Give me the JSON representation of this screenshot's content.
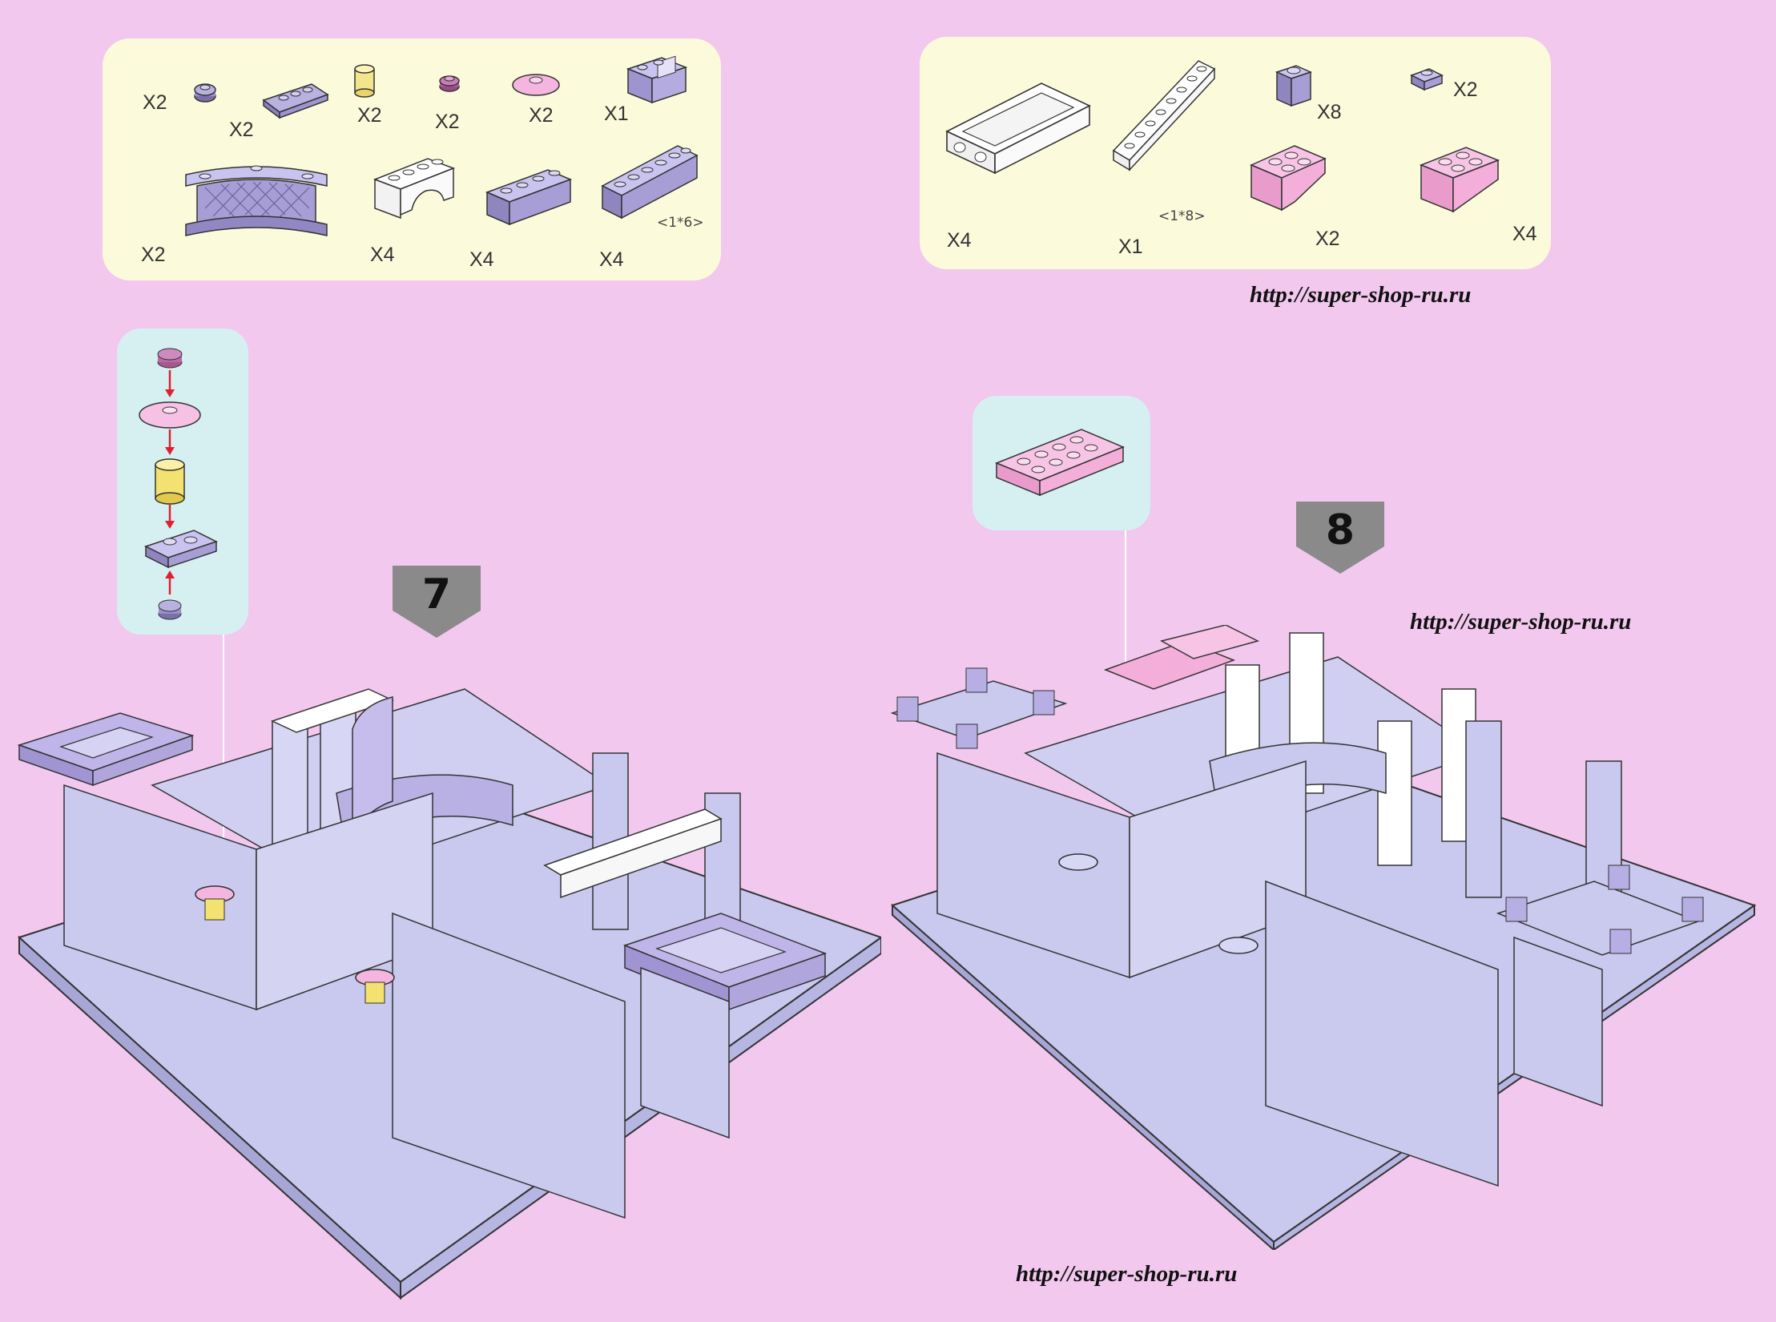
{
  "page": {
    "background": "#f2c8ee",
    "panel_color": "#fbfbdc",
    "callout_color": "#d6f0f2"
  },
  "parts_panel_left": {
    "items": [
      {
        "qty": "X2",
        "part": "lavender-round-plate-1x1"
      },
      {
        "qty": "X2",
        "part": "lavender-plate-1x3"
      },
      {
        "qty": "X2",
        "part": "yellow-transparent-round-brick"
      },
      {
        "qty": "X2",
        "part": "pink-round-plate-1x1"
      },
      {
        "qty": "X2",
        "part": "pink-dish-2x2"
      },
      {
        "qty": "X1",
        "part": "lavender-brick-with-clip"
      },
      {
        "qty": "X2",
        "part": "lavender-curved-lattice-panel"
      },
      {
        "qty": "X4",
        "part": "white-arch-1x4"
      },
      {
        "qty": "X4",
        "part": "lavender-brick-1x4"
      },
      {
        "qty": "X4",
        "part": "lavender-brick-1x6",
        "dim": "<1*6>"
      }
    ]
  },
  "parts_panel_right": {
    "items": [
      {
        "qty": "X4",
        "part": "white-tile-frame-2x6"
      },
      {
        "qty": "X1",
        "part": "white-plate-1x8",
        "dim": "<1*8>"
      },
      {
        "qty": "X8",
        "part": "lavender-brick-1x1"
      },
      {
        "qty": "X2",
        "part": "lavender-plate-1x1"
      },
      {
        "qty": "X2",
        "part": "pink-slope-inverted-2x2"
      },
      {
        "qty": "X4",
        "part": "pink-slope-2x2"
      }
    ]
  },
  "steps": [
    {
      "number": "7"
    },
    {
      "number": "8"
    }
  ],
  "watermarks": [
    "http://super-shop-ru.ru",
    "http://super-shop-ru.ru",
    "http://super-shop-ru.ru"
  ]
}
